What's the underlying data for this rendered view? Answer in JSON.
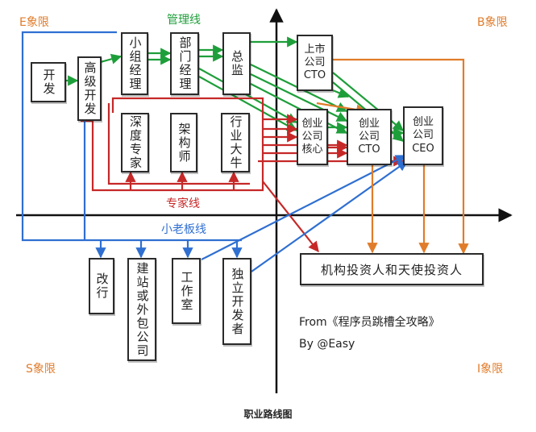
{
  "quadrants": {
    "e": "E象限",
    "b": "B象限",
    "s": "S象限",
    "i": "I象限"
  },
  "line_labels": {
    "management": "管理线",
    "expert": "专家线",
    "boss": "小老板线"
  },
  "nodes": {
    "dev": "开发",
    "senior_dev": "高级开发",
    "team_manager": "小组经理",
    "dept_manager": "部门经理",
    "director": "总监",
    "public_cto": "上市\n公司\nCTO",
    "startup_core": "创业\n公司\n核心",
    "startup_cto": "创业\n公司\nCTO",
    "startup_ceo": "创业\n公司\nCEO",
    "deep_expert": "深度专家",
    "architect": "架构师",
    "industry_leader": "行业大牛",
    "career_change": "改行",
    "outsourcing": "建站或外包公司",
    "studio": "工作室",
    "indie_dev": "独立开发者",
    "investors": "机构投资人和天使投资人"
  },
  "captions": {
    "source": "From《程序员跳槽全攻略》",
    "author": "By @Easy",
    "figure": "职业路线图"
  },
  "colors": {
    "management": "#1e9e3a",
    "expert": "#c62828",
    "boss": "#2f6fd1",
    "investment": "#e07c2a",
    "axis": "#111111",
    "box_border": "#2a2a2a"
  }
}
